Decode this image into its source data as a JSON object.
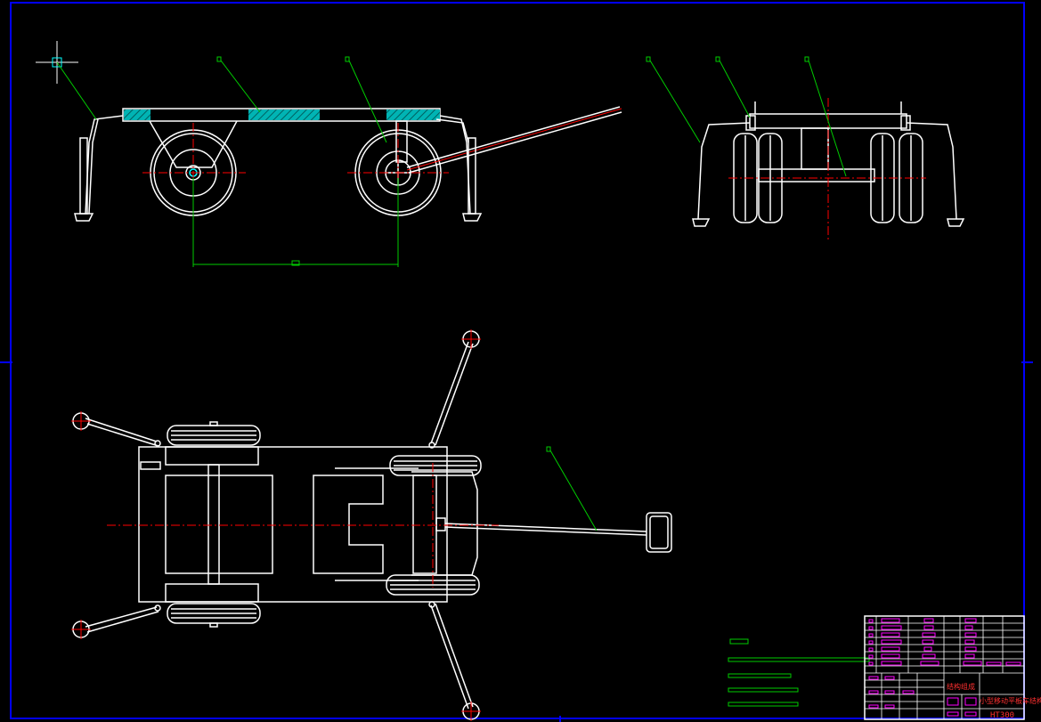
{
  "title_block": {
    "note_label": "结构组成",
    "drawing_title": "小型移动平板车结构图",
    "drawing_code": "HT300"
  },
  "colors": {
    "background": "#000000",
    "frame_border": "#0000ff",
    "outline": "#ffffff",
    "centerline": "#ff0000",
    "leader": "#00cc00",
    "hatch": "#00c8c8",
    "titleblock_text": "#ff00ff"
  }
}
